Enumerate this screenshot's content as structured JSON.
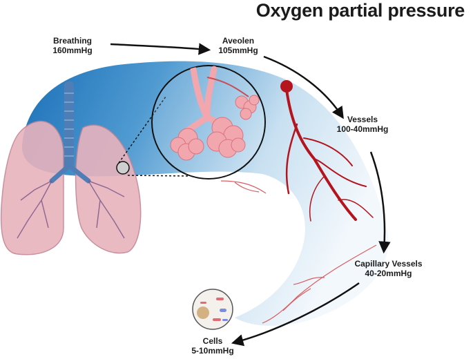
{
  "title": "Oxygen partial pressure",
  "stages": [
    {
      "name": "Breathing",
      "value": "160mmHg"
    },
    {
      "name": "Aveolen",
      "value": "105mmHg"
    },
    {
      "name": "Vessels",
      "value": "100-40mmHg"
    },
    {
      "name": "Capillary Vessels",
      "value": "40-20mmHg"
    },
    {
      "name": "Cells",
      "value": "5-10mmHg"
    }
  ],
  "colors": {
    "gradient_start": "#1a6fb8",
    "gradient_end": "#e9f3fa",
    "lung_fill": "#e8b3bd",
    "trachea": "#4f7db5",
    "vessel_red": "#b3141e",
    "alveoli": "#f2a7ae",
    "arrow": "#111111"
  },
  "icons": [
    "lungs-icon",
    "alveoli-icon",
    "blood-vessel-icon",
    "capillary-icon",
    "cell-icon"
  ]
}
